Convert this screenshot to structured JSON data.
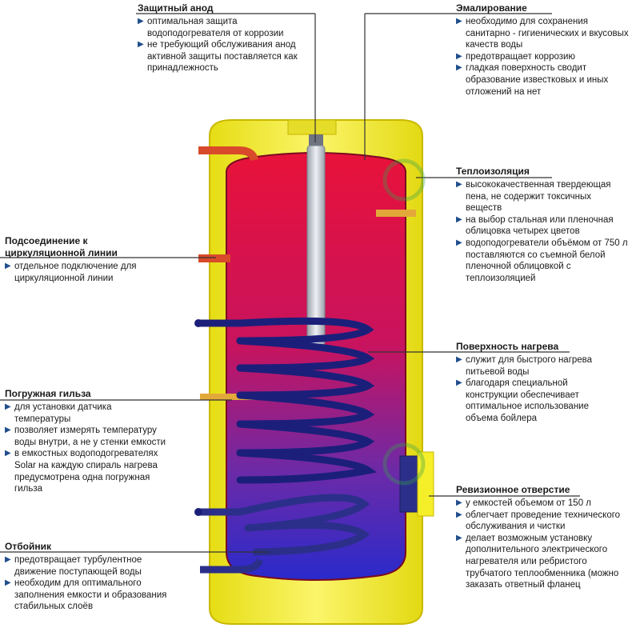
{
  "labels": {
    "anode": {
      "title": "Защитный анод",
      "items": [
        "оптимальная защита водоподогревателя от коррозии",
        "не требующий обслуживания анод активной защиты поставляется как принадлежность"
      ]
    },
    "enamel": {
      "title": "Эмалирование",
      "items": [
        "необходимо для сохранения санитарно - гигиенических и вкусовых качеств воды",
        "предотвращает коррозию",
        "гладкая поверхность сводит образование известковых и иных отложений на нет"
      ]
    },
    "insulation": {
      "title": "Теплоизоляция",
      "items": [
        "высококачественная твердеющая пена, не содержит токсичных веществ",
        "на выбор стальная или пленочная облицовка четырех цветов",
        "водоподогреватели объёмом от 750 л поставляются со съемной белой пленочной облицовкой с теплоизоляцией"
      ]
    },
    "circulation": {
      "title": "Подсоединение к циркуляционной линии",
      "items": [
        "отдельное подключение для циркуляционной линии"
      ]
    },
    "heating_surface": {
      "title": "Поверхность нагрева",
      "items": [
        "служит для быстрого нагрева питьевой воды",
        "благодаря специальной конструкции обеспечивает оптимальное использование объема бойлера"
      ]
    },
    "sleeve": {
      "title": "Погружная гильза",
      "items": [
        "для установки датчика температуры",
        "позволяет измерять температуру воды внутри, а не у стенки емкости",
        "в емкостных водоподогревателях Solar на каждую спираль нагрева предусмотрена одна погружная гильза"
      ]
    },
    "inspection": {
      "title": "Ревизионное отверстие",
      "items": [
        "у емкостей объемом от 150 л",
        "облегчает проведение технического обслуживания и чистки",
        "делает возможным установку дополнительного электрического нагревателя или ребристого трубчатого теплообменника (можно заказать ответный фланец"
      ]
    },
    "baffle": {
      "title": "Отбойник",
      "items": [
        "предотвращает турбулентное движение поступающей воды",
        "необходим для оптимального заполнения емкости и образования стабильных слоёв"
      ]
    }
  },
  "colors": {
    "jacket": "#f5ef2a",
    "jacket_edge": "#c9b800",
    "water_top": "#e8123a",
    "water_bottom": "#2a2acb",
    "coil": "#1b1f7a",
    "anode_rod": "#c8ccd4",
    "pipe_red": "#d84a2a",
    "pipe_blue": "#2b2f8a",
    "sleeve": "#e3a83a",
    "leader": "#333333",
    "bullet": "#1f4e8c"
  }
}
